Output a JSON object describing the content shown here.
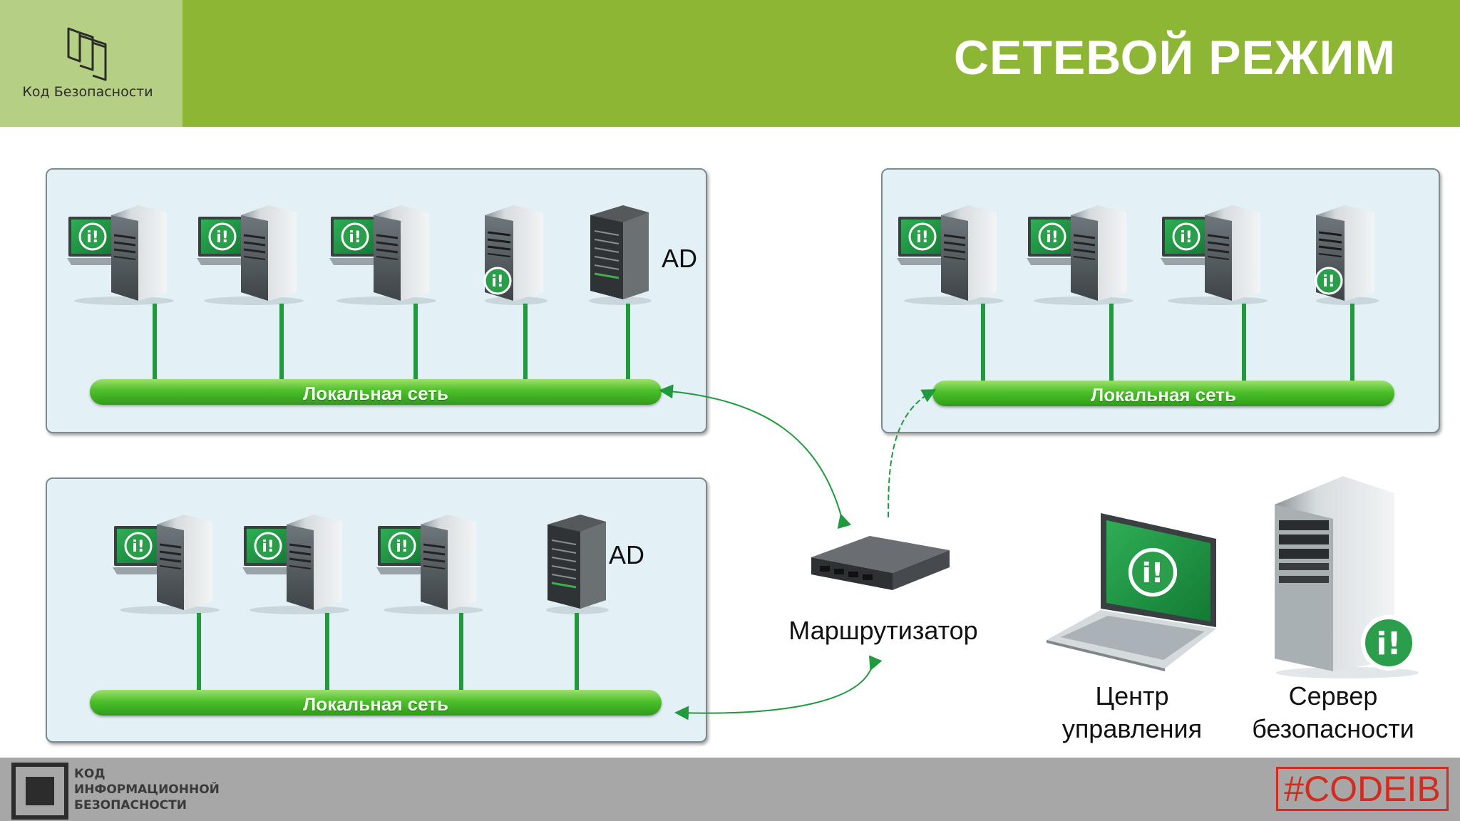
{
  "header": {
    "logo_text": "Код Безопасности",
    "title": "СЕТЕВОЙ РЕЖИМ"
  },
  "panels": {
    "top_left": {
      "bus_label": "Локальная сеть",
      "ad_label": "AD"
    },
    "bottom_left": {
      "bus_label": "Локальная сеть",
      "ad_label": "AD"
    },
    "top_right": {
      "bus_label": "Локальная сеть"
    }
  },
  "router": {
    "label": "Маршрутизатор"
  },
  "control_center": {
    "label_line1": "Центр",
    "label_line2": "управления"
  },
  "security_server": {
    "label_line1": "Сервер",
    "label_line2": "безопасности"
  },
  "footer": {
    "logo_line1": "КОД",
    "logo_line2": "ИНФОРМАЦИОННОЙ",
    "logo_line3": "БЕЗОПАСНОСТИ",
    "hashtag": "#CODEIB"
  },
  "colors": {
    "header_green": "#8db634",
    "bus_green": "#4cbf2a",
    "hashtag_red": "#d52b1e"
  }
}
